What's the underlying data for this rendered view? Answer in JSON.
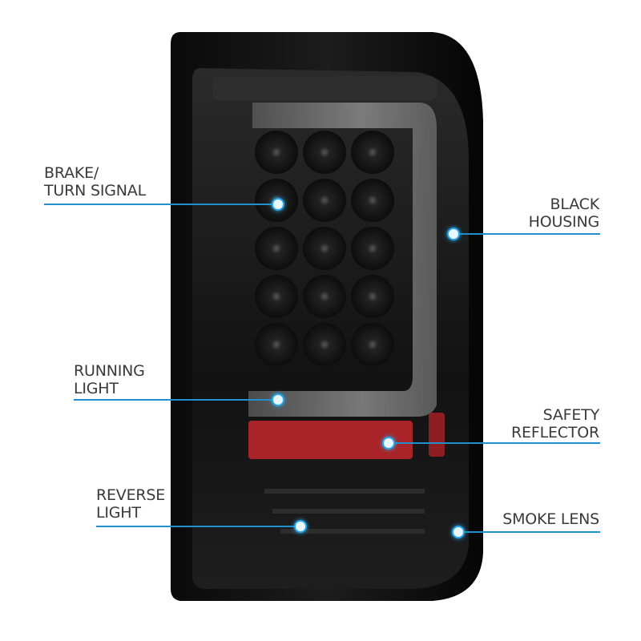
{
  "callouts": [
    {
      "id": "brake-turn",
      "lines": [
        "BRAKE/",
        "TURN SIGNAL"
      ]
    },
    {
      "id": "black-housing",
      "lines": [
        "BLACK",
        "HOUSING"
      ]
    },
    {
      "id": "running-light",
      "lines": [
        "RUNNING",
        "LIGHT"
      ]
    },
    {
      "id": "safety-reflector",
      "lines": [
        "SAFETY",
        "REFLECTOR"
      ]
    },
    {
      "id": "reverse-light",
      "lines": [
        "REVERSE",
        "LIGHT"
      ]
    },
    {
      "id": "smoke-lens",
      "lines": [
        "SMOKE LENS"
      ]
    }
  ],
  "colors": {
    "accent": "#1f8fd0",
    "label": "#3a3a3a",
    "reflector": "#b0262a"
  }
}
